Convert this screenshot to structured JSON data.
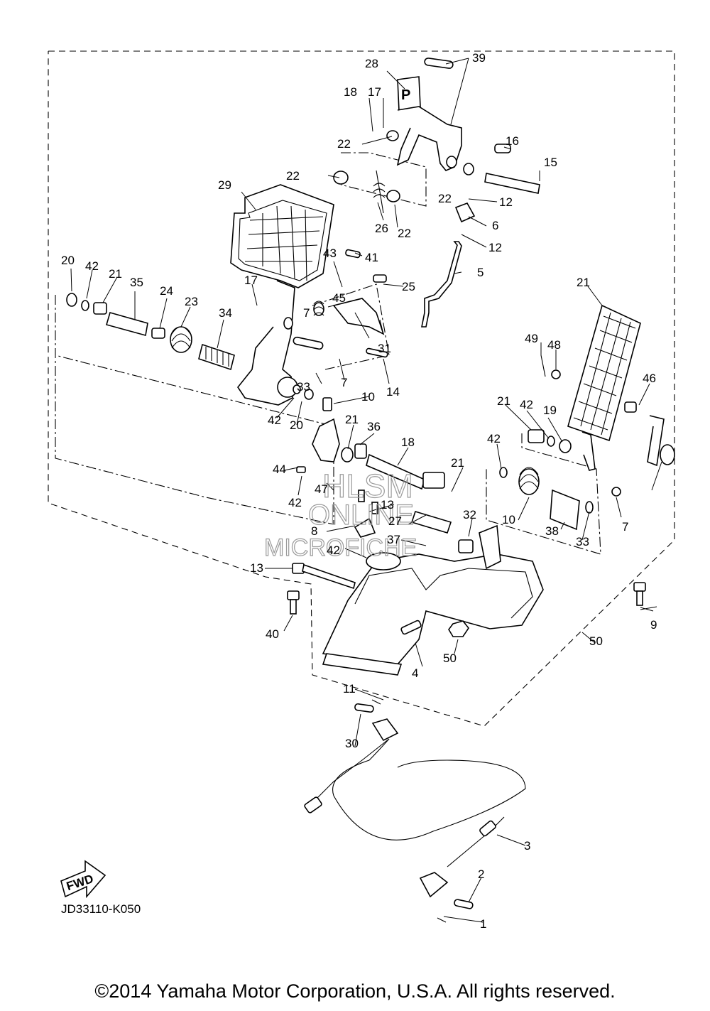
{
  "diagram_code": "JD33110-K050",
  "copyright": "©2014 Yamaha Motor Corporation, U.S.A. All rights reserved.",
  "fwd_label": "FWD",
  "watermark": [
    "HLSM",
    "ONLINE",
    "MICROFICHE"
  ],
  "callouts": [
    "39",
    "28",
    "18",
    "17",
    "22",
    "16",
    "15",
    "22",
    "29",
    "22",
    "12",
    "26",
    "22",
    "6",
    "12",
    "43",
    "41",
    "5",
    "20",
    "42",
    "21",
    "35",
    "17",
    "24",
    "25",
    "45",
    "21",
    "23",
    "34",
    "7",
    "31",
    "49",
    "48",
    "14",
    "33",
    "7",
    "46",
    "10",
    "21",
    "42",
    "19",
    "42",
    "20",
    "42",
    "21",
    "36",
    "18",
    "44",
    "21",
    "42",
    "47",
    "13",
    "32",
    "7",
    "10",
    "8",
    "27",
    "38",
    "33",
    "37",
    "42",
    "13",
    "40",
    "9",
    "50",
    "50",
    "4",
    "11",
    "30",
    "3",
    "2",
    "1",
    "2",
    "3"
  ]
}
